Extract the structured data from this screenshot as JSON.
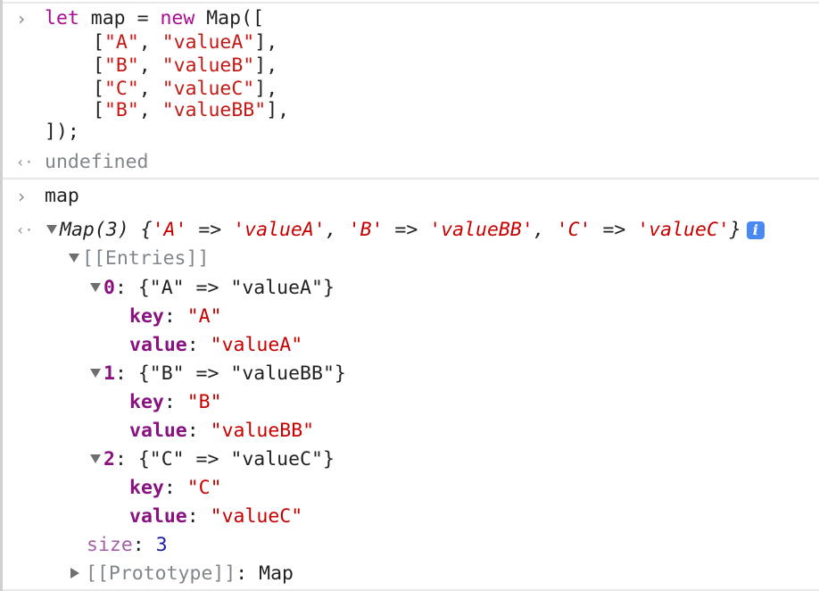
{
  "input1": {
    "prompt_icon": "chevron-right-icon",
    "line1": {
      "kw1": "let",
      "mid": " map = ",
      "kw2": "new",
      "rest": " Map(["
    },
    "entries": [
      {
        "open": "[",
        "k": "\"A\"",
        "sep": ", ",
        "v": "\"valueA\"",
        "close": "],"
      },
      {
        "open": "[",
        "k": "\"B\"",
        "sep": ", ",
        "v": "\"valueB\"",
        "close": "],"
      },
      {
        "open": "[",
        "k": "\"C\"",
        "sep": ", ",
        "v": "\"valueC\"",
        "close": "],"
      },
      {
        "open": "[",
        "k": "\"B\"",
        "sep": ", ",
        "v": "\"valueBB\"",
        "close": "],"
      }
    ],
    "closing": "]);"
  },
  "result1": {
    "icon": "return-arrow-icon",
    "text": "undefined"
  },
  "input2": {
    "text": "map"
  },
  "result2": {
    "summary": {
      "head": "Map(3) {",
      "items": [
        {
          "k": "'A'",
          "arrow": " => ",
          "v": "'valueA'",
          "sep": ", "
        },
        {
          "k": "'B'",
          "arrow": " => ",
          "v": "'valueBB'",
          "sep": ", "
        },
        {
          "k": "'C'",
          "arrow": " => ",
          "v": "'valueC'",
          "sep": ""
        }
      ],
      "tail": "}",
      "info": "i"
    },
    "entries_label": "[[Entries]]",
    "entries": [
      {
        "index": "0",
        "summary": ": {\"A\" => \"valueA\"}",
        "key_label": "key",
        "key": "\"A\"",
        "value_label": "value",
        "value": "\"valueA\""
      },
      {
        "index": "1",
        "summary": ": {\"B\" => \"valueBB\"}",
        "key_label": "key",
        "key": "\"B\"",
        "value_label": "value",
        "value": "\"valueBB\""
      },
      {
        "index": "2",
        "summary": ": {\"C\" => \"valueC\"}",
        "key_label": "key",
        "key": "\"C\"",
        "value_label": "value",
        "value": "\"valueC\""
      }
    ],
    "size_label": "size",
    "size": "3",
    "prototype_label": "[[Prototype]]",
    "prototype_value": ": Map"
  },
  "colors": {
    "keyword": "#aa0d91",
    "string": "#c41a16",
    "key": "#881280",
    "number": "#1a1aa6",
    "info": "#4a89f3"
  }
}
